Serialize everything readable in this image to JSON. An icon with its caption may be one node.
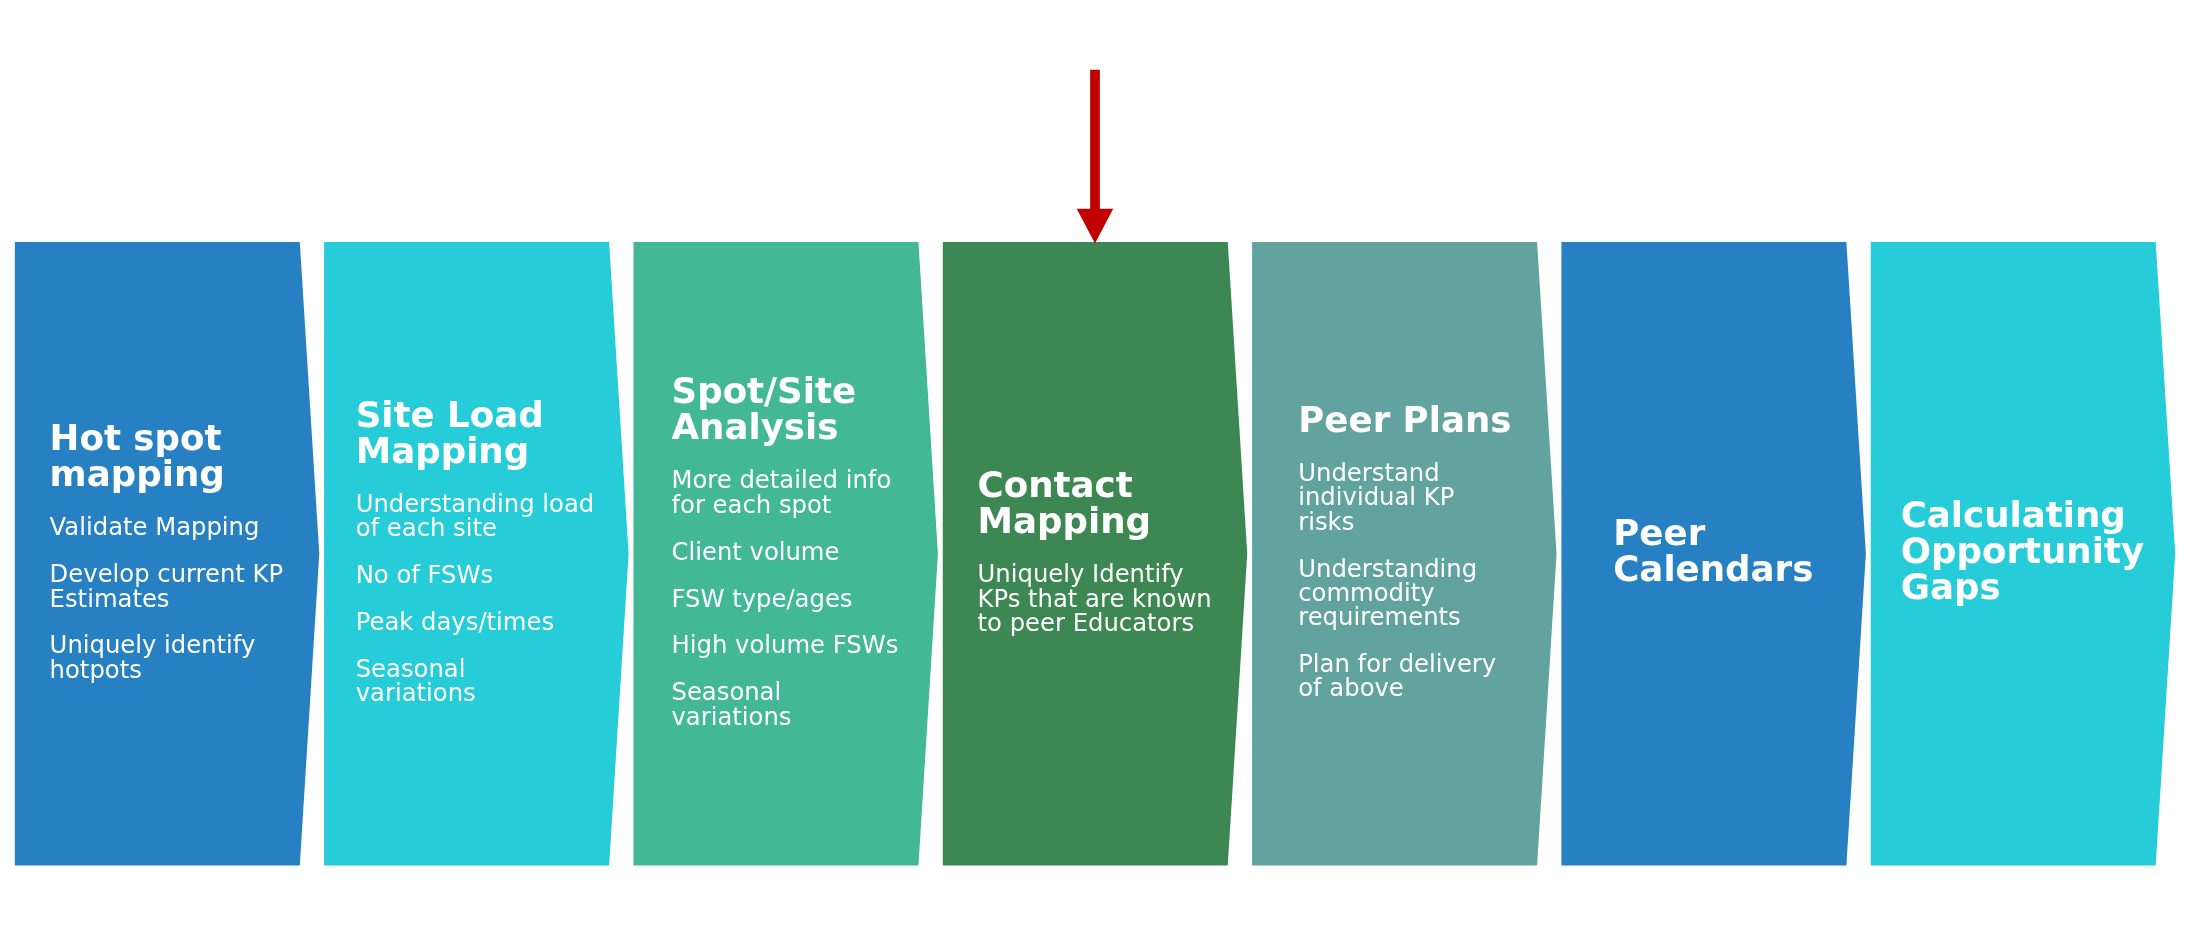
{
  "diagram": {
    "nodes": [
      {
        "text": [
          "Hot spot mapping",
          "Validate Mapping",
          "Develop current KP Estimates",
          "Uniquely identify hotpots"
        ]
      },
      {
        "text": [
          "Site Load Mapping",
          "Understanding load of each site",
          "No of FSWs",
          "Peak days/times",
          "Seasonal variations"
        ]
      },
      {
        "text": [
          "Spot/Site Analysis",
          "More detailed info for each spot",
          "Client volume",
          "FSW type/ages",
          "High volume FSWs",
          "Seasonal variations"
        ]
      },
      {
        "text": [
          "Contact Mapping",
          "Uniquely Identify KPs that are known to peer Educators"
        ]
      },
      {
        "text": [
          "Peer Plans",
          "Understand individual KP risks",
          "Understanding commodity requirements",
          "Plan for delivery of above"
        ]
      },
      {
        "text": [
          "Peer Calendars"
        ]
      },
      {
        "text": [
          "Calculating Opportunity Gaps"
        ]
      }
    ],
    "edges": [
      {
        "from": null,
        "to": 3,
        "arrow": "to",
        "color": "#c00000"
      }
    ]
  }
}
